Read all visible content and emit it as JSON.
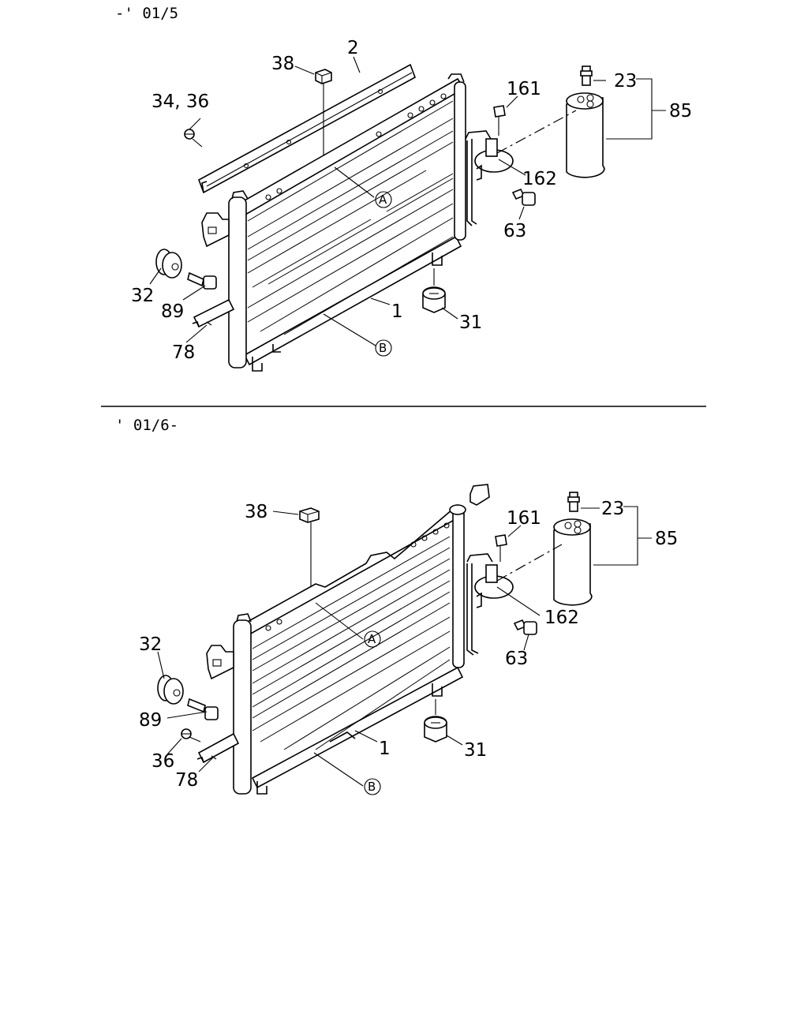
{
  "sections": [
    {
      "header": "-' 01/5",
      "labels": {
        "l2": "2",
        "l38": "38",
        "l3436": "34, 36",
        "l23": "23",
        "l85": "85",
        "l161": "161",
        "l162": "162",
        "l63": "63",
        "la": "A",
        "l32": "32",
        "l89": "89",
        "l1": "1",
        "l31": "31",
        "l78": "78",
        "lb": "B"
      }
    },
    {
      "header": "' 01/6-",
      "labels": {
        "l38": "38",
        "l23": "23",
        "l85": "85",
        "l161": "161",
        "l162": "162",
        "l63": "63",
        "la": "A",
        "l32": "32",
        "l89": "89",
        "l36": "36",
        "l78": "78",
        "l1": "1",
        "l31": "31",
        "lb": "B"
      }
    }
  ]
}
